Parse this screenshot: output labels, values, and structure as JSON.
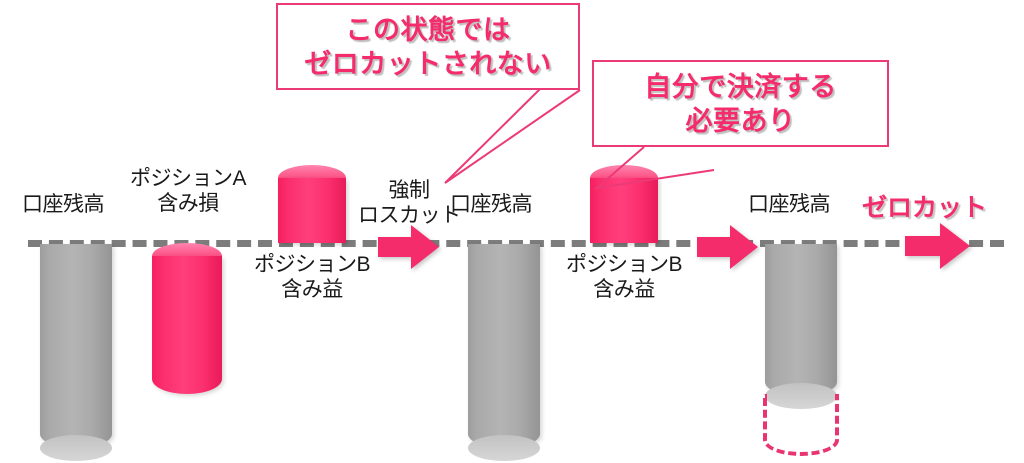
{
  "diagram": {
    "title_context": "FX zero-cut explanation diagram",
    "baseline_color": "#7c7c7c",
    "pink": "#f92a68",
    "gray": "#a9a9a9"
  },
  "callouts": [
    {
      "id": "no-zerocut",
      "text": "この状態では\nゼロカットされない"
    },
    {
      "id": "self-settle",
      "text": "自分で決済する\n必要あり"
    }
  ],
  "labels": {
    "balance_1": "口座残高",
    "position_a": "ポジションA\n含み損",
    "position_b_1": "ポジションB\n含み益",
    "forced_losscut": "強制\nロスカット",
    "balance_2": "口座残高",
    "position_b_2": "ポジションB\n含み益",
    "balance_3": "口座残高",
    "zerocut": "ゼロカット"
  },
  "shapes": {
    "cylinder_balance_1": "gray-cylinder",
    "cylinder_position_a": "pink-cylinder",
    "cylinder_position_b_1": "pink-cylinder",
    "cylinder_balance_2": "gray-cylinder",
    "cylinder_position_b_2": "pink-cylinder",
    "cylinder_balance_3": "gray-cylinder",
    "cylinder_zerocut_ghost": "pink-dashed-cylinder"
  },
  "arrows": [
    {
      "id": "arrow-1",
      "meaning": "forced-losscut-transition"
    },
    {
      "id": "arrow-2",
      "meaning": "settlement-transition"
    },
    {
      "id": "arrow-3",
      "meaning": "zerocut-result"
    }
  ]
}
